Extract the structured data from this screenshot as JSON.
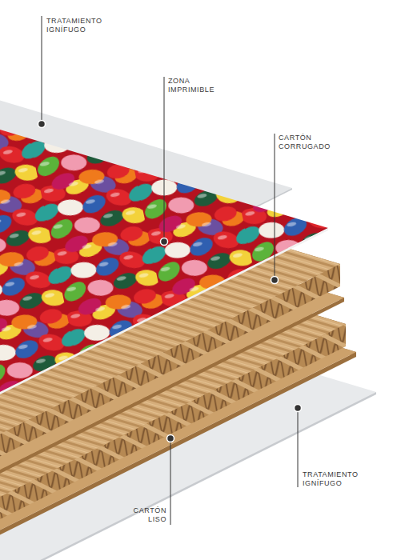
{
  "diagram": {
    "labels": [
      "TRATAMIENTO IGNÍFUGO",
      "ZONA IMPRIMIBLE",
      "CARTÓN CORRUGADO",
      "CARTÓN LISO",
      "TRATAMIENTO IGNÍFUGO"
    ]
  }
}
